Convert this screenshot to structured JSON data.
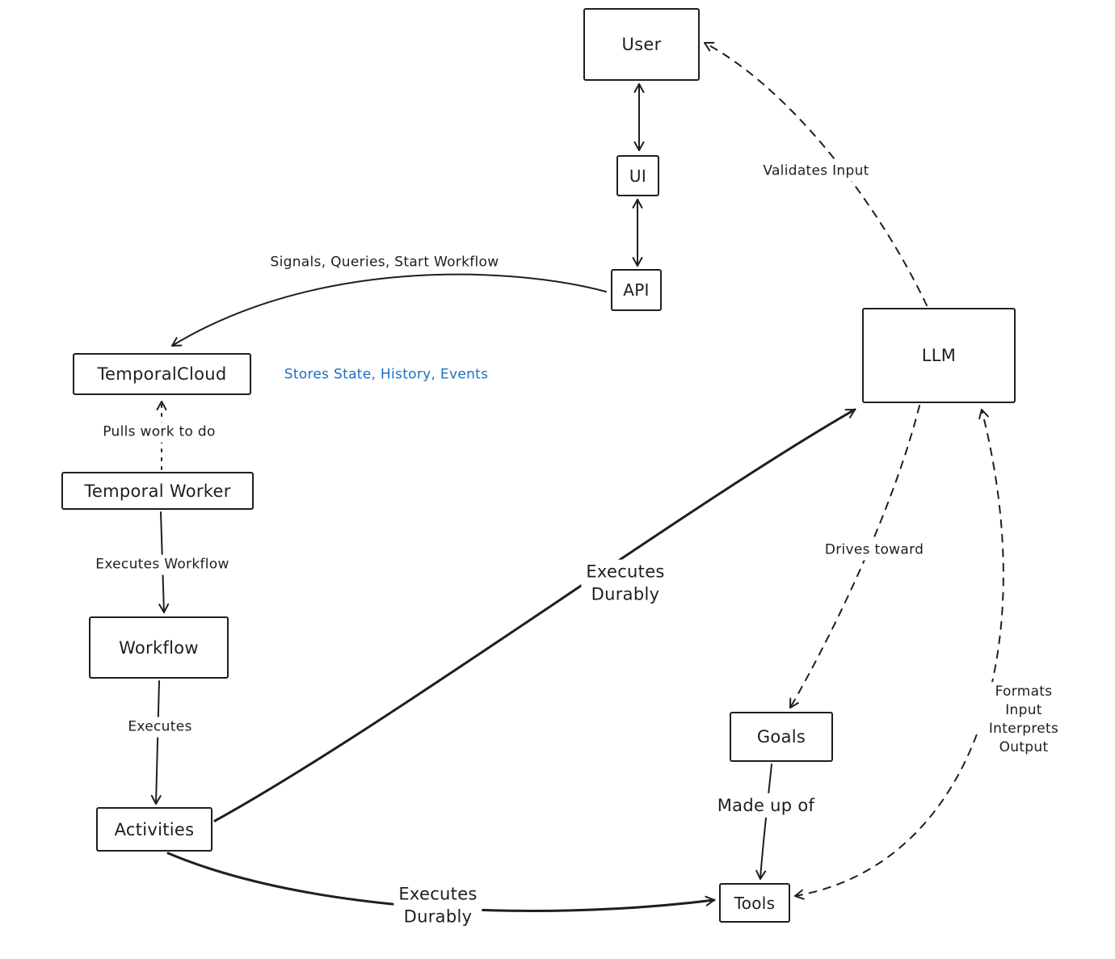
{
  "nodes": {
    "user": "User",
    "ui": "UI",
    "api": "API",
    "llm": "LLM",
    "temporal_cloud": "TemporalCloud",
    "temporal_worker": "Temporal Worker",
    "workflow": "Workflow",
    "activities": "Activities",
    "goals": "Goals",
    "tools": "Tools"
  },
  "labels": {
    "signals": "Signals, Queries, Start Workflow",
    "validates_input": "Validates Input",
    "stores_state": "Stores State, History, Events",
    "pulls_work": "Pulls work to do",
    "executes_workflow": "Executes Workflow",
    "executes": "Executes",
    "executes_durably_llm": "Executes\nDurably",
    "executes_durably_tools": "Executes\nDurably",
    "drives_toward": "Drives toward",
    "made_up_of": "Made up of",
    "formats_interprets": "Formats Input\nInterprets Output"
  },
  "colors": {
    "ink": "#1e1e1e",
    "accent_blue": "#1971c2",
    "background": "#ffffff"
  }
}
